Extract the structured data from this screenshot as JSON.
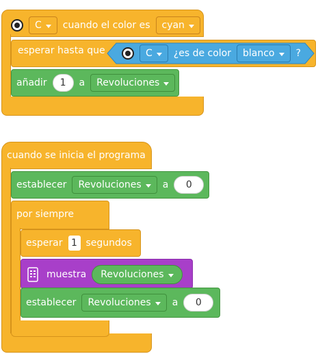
{
  "script1": {
    "hat": {
      "port": "C",
      "text": "cuando el color es",
      "color": "cyan"
    },
    "wait": {
      "label": "esperar hasta que",
      "port": "C",
      "question": "¿es de color",
      "color": "blanco",
      "qmark": "?"
    },
    "add": {
      "label": "añadir",
      "value": "1",
      "a": "a",
      "variable": "Revoluciones"
    }
  },
  "script2": {
    "hat": {
      "text": "cuando se inicia el programa"
    },
    "set1": {
      "label": "establecer",
      "variable": "Revoluciones",
      "a": "a",
      "value": "0"
    },
    "forever": {
      "label": "por siempre"
    },
    "wait": {
      "label": "esperar",
      "value": "1",
      "unit": "segundos"
    },
    "show": {
      "label": "muestra",
      "variable": "Revoluciones"
    },
    "set2": {
      "label": "establecer",
      "variable": "Revoluciones",
      "a": "a",
      "value": "0"
    }
  },
  "colors": {
    "events": "#f7b42c",
    "variables": "#5cb85c",
    "sensors": "#4aa9e0",
    "display": "#a83fc9"
  },
  "icons": {
    "sensor": "color-sensor-icon",
    "display": "hub-display-icon",
    "dropdown": "caret-down-icon"
  }
}
